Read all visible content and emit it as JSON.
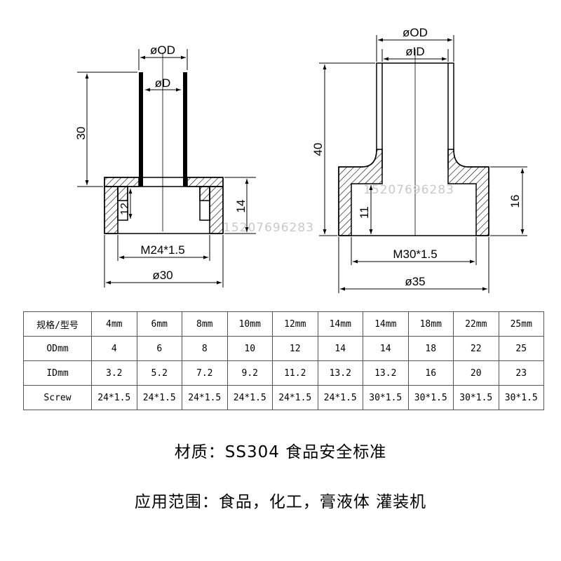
{
  "left_part": {
    "od_label": "øOD",
    "id_label": "øD",
    "height_label": "30",
    "thread_height_label": "12",
    "flange_height_label": "14",
    "thread_label": "M24*1.5",
    "base_dia_label": "ø30"
  },
  "right_part": {
    "od_label": "øOD",
    "id_label": "øID",
    "height_label": "40",
    "thread_height_label": "11",
    "flange_height_label": "16",
    "thread_label": "M30*1.5",
    "base_dia_label": "ø35"
  },
  "watermark": "15207696283",
  "spec_table": {
    "header": "规格/型号",
    "sizes": [
      "4mm",
      "6mm",
      "8mm",
      "10mm",
      "12mm",
      "14mm",
      "14mm",
      "18mm",
      "22mm",
      "25mm"
    ],
    "rows": [
      {
        "label": "ODmm",
        "values": [
          "4",
          "6",
          "8",
          "10",
          "12",
          "14",
          "14",
          "18",
          "22",
          "25"
        ]
      },
      {
        "label": "IDmm",
        "values": [
          "3.2",
          "5.2",
          "7.2",
          "9.2",
          "11.2",
          "13.2",
          "13.2",
          "16",
          "20",
          "23"
        ]
      },
      {
        "label": "Screw",
        "values": [
          "24*1.5",
          "24*1.5",
          "24*1.5",
          "24*1.5",
          "24*1.5",
          "24*1.5",
          "30*1.5",
          "30*1.5",
          "30*1.5",
          "30*1.5"
        ]
      }
    ]
  },
  "material_note": "材质：SS304 食品安全标准",
  "application_note": "应用范围：食品，化工，膏液体 灌装机"
}
